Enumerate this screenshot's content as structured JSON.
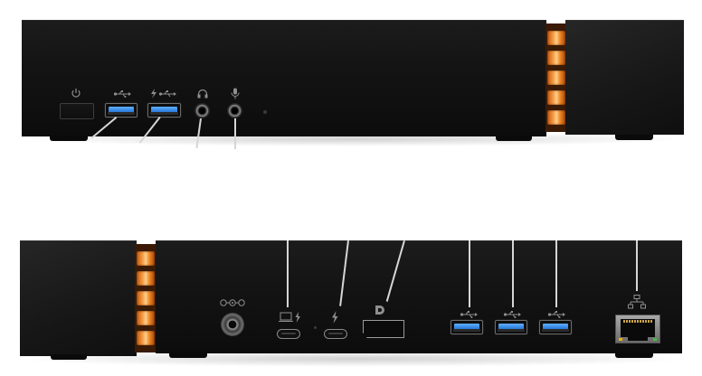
{
  "image": {
    "subject": "docking-station",
    "views": [
      "front",
      "rear"
    ]
  },
  "colors": {
    "chassis": "#141414",
    "heatsink": "#f08a2a",
    "usb_tongue": "#2f86e8",
    "callout_line": "#d6d6d6",
    "background": "#ffffff"
  },
  "front_panel": {
    "ports": [
      {
        "type": "power-button",
        "icon": "power-icon"
      },
      {
        "type": "usb-a",
        "icon": "usb-icon"
      },
      {
        "type": "usb-a",
        "icon": "usb-charge-icon"
      },
      {
        "type": "audio-jack",
        "icon": "headphones-icon"
      },
      {
        "type": "audio-jack",
        "icon": "microphone-icon"
      },
      {
        "type": "indicator-led",
        "icon": "status-led-icon"
      }
    ]
  },
  "rear_panel": {
    "ports": [
      {
        "type": "dc-in",
        "icon": "dc-polarity-icon"
      },
      {
        "type": "usb-c",
        "icon": "laptop-thunderbolt-icon"
      },
      {
        "type": "usb-c",
        "icon": "thunderbolt-icon"
      },
      {
        "type": "displayport",
        "icon": "displayport-icon"
      },
      {
        "type": "usb-a",
        "icon": "usb-icon"
      },
      {
        "type": "usb-a",
        "icon": "usb-icon"
      },
      {
        "type": "usb-a",
        "icon": "usb-icon"
      },
      {
        "type": "ethernet",
        "icon": "network-icon"
      }
    ]
  }
}
